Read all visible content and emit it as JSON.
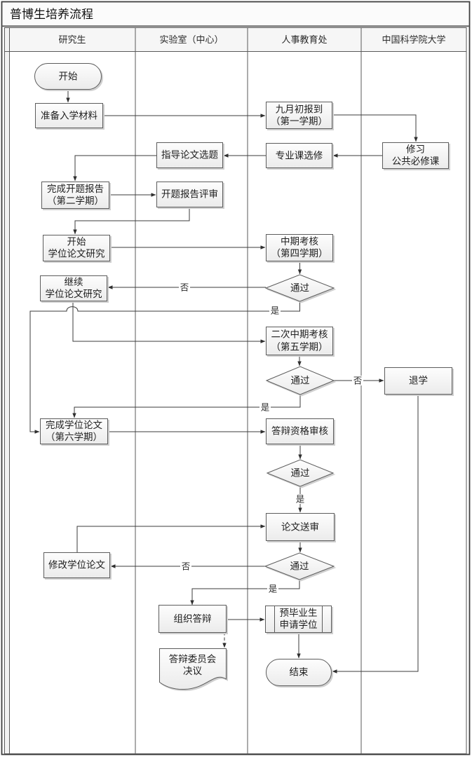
{
  "title": "普博生培养流程",
  "lanes": {
    "l1": "研究生",
    "l2": "实验室（中心）",
    "l3": "人事教育处",
    "l4": "中国科学院大学"
  },
  "nodes": {
    "start": {
      "shape": "terminator",
      "lines": [
        "开始"
      ]
    },
    "prepare": {
      "shape": "process",
      "lines": [
        "准备入学材料"
      ]
    },
    "sept_report": {
      "shape": "process",
      "lines": [
        "九月初报到",
        "（第一学期）"
      ]
    },
    "study_public": {
      "shape": "process",
      "lines": [
        "修习",
        "公共必修课"
      ]
    },
    "elective": {
      "shape": "process",
      "lines": [
        "专业课选修"
      ]
    },
    "topic_select": {
      "shape": "process",
      "lines": [
        "指导论文选题"
      ]
    },
    "opening_report": {
      "shape": "process",
      "lines": [
        "完成开题报告",
        "（第二学期）"
      ]
    },
    "opening_review": {
      "shape": "process",
      "lines": [
        "开题报告评审"
      ]
    },
    "start_research": {
      "shape": "process",
      "lines": [
        "开始",
        "学位论文研究"
      ]
    },
    "midterm": {
      "shape": "process",
      "lines": [
        "中期考核",
        "（第四学期）"
      ]
    },
    "pass1": {
      "shape": "decision",
      "lines": [
        "通过"
      ]
    },
    "continue_research": {
      "shape": "process",
      "lines": [
        "继续",
        "学位论文研究"
      ]
    },
    "second_midterm": {
      "shape": "process",
      "lines": [
        "二次中期考核",
        "（第五学期）"
      ]
    },
    "pass2": {
      "shape": "decision",
      "lines": [
        "通过"
      ]
    },
    "dropout": {
      "shape": "process",
      "lines": [
        "退学"
      ]
    },
    "complete_thesis": {
      "shape": "process",
      "lines": [
        "完成学位论文",
        "（第六学期）"
      ]
    },
    "defense_qual": {
      "shape": "process",
      "lines": [
        "答辩资格审核"
      ]
    },
    "pass3": {
      "shape": "decision",
      "lines": [
        "通过"
      ]
    },
    "thesis_review": {
      "shape": "process",
      "lines": [
        "论文送审"
      ]
    },
    "pass4": {
      "shape": "decision",
      "lines": [
        "通过"
      ]
    },
    "revise_thesis": {
      "shape": "process",
      "lines": [
        "修改学位论文"
      ]
    },
    "organize_defense": {
      "shape": "process",
      "lines": [
        "组织答辩"
      ]
    },
    "committee_doc": {
      "shape": "document",
      "lines": [
        "答辩委员会",
        "决议"
      ]
    },
    "pregrad_apply": {
      "shape": "predefined",
      "lines": [
        "预毕业生",
        "申请学位"
      ]
    },
    "end": {
      "shape": "terminator",
      "lines": [
        "结束"
      ]
    }
  },
  "branch_labels": {
    "no1": "否",
    "yes1": "是",
    "no2": "否",
    "yes2": "是",
    "yes3": "是",
    "no4": "否",
    "yes4": "是"
  },
  "colors": {
    "connector": "#3b3b3b",
    "shape_border": "#5c5c5c",
    "shape_fill_top": "#fdfdfd",
    "shape_fill_bottom": "#ebebeb",
    "header_fill": "#f6f6f6"
  }
}
